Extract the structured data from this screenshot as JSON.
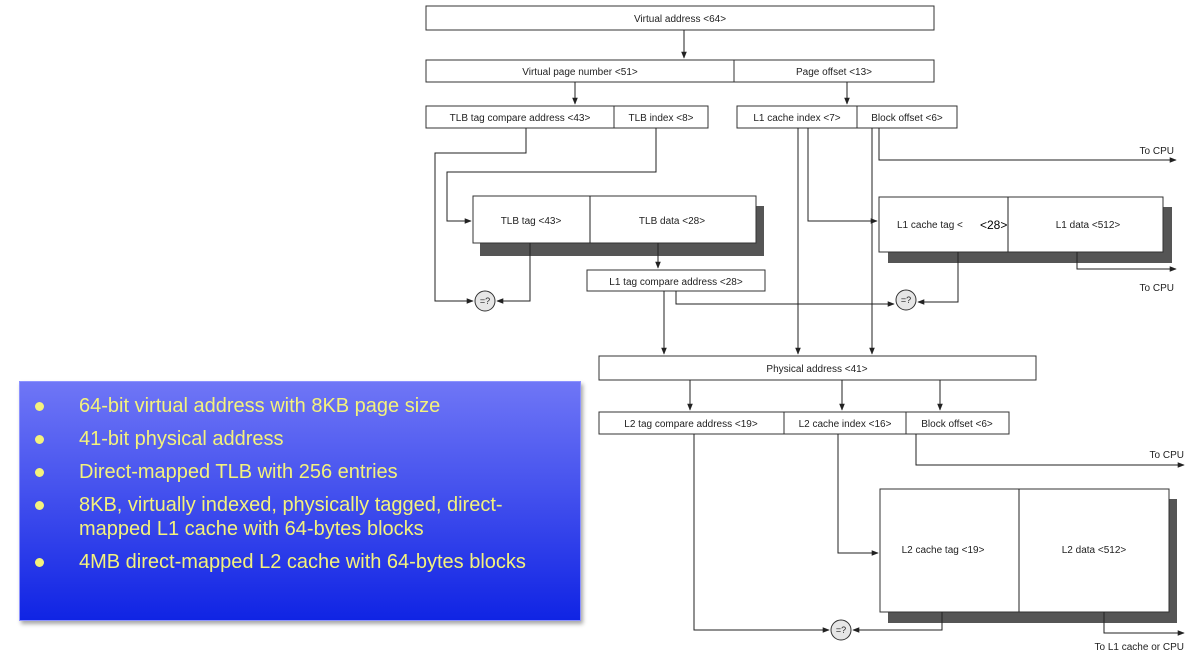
{
  "diagram": {
    "virtual_address": "Virtual address <64>",
    "virtual_page_number": "Virtual page number <51>",
    "page_offset": "Page offset <13>",
    "tlb_tag_compare_address": "TLB tag compare address <43>",
    "tlb_index": "TLB index <8>",
    "l1_cache_index": "L1 cache index <7>",
    "block_offset_l1": "Block offset  <6>",
    "to_cpu": "To CPU",
    "tlb_tag": "TLB tag <43>",
    "tlb_data": "TLB data <28>",
    "l1_cache_tag_prefix": "L1 cache tag <",
    "l1_cache_tag_width": "<28>",
    "l1_data": "L1 data <512>",
    "l1_tag_compare_address": "L1 tag compare address <28>",
    "compare_symbol": "=?",
    "physical_address": "Physical address <41>",
    "l2_tag_compare_address": "L2 tag compare address <19>",
    "l2_cache_index": "L2 cache index <16>",
    "block_offset_l2": "Block offset  <6>",
    "l2_cache_tag": "L2 cache tag <19>",
    "l2_data": "L2 data <512>",
    "to_l1_or_cpu": "To L1 cache or CPU"
  },
  "summary": {
    "items": [
      "64-bit virtual address with 8KB page size",
      "41-bit physical address",
      "Direct-mapped TLB with 256 entries",
      "8KB, virtually indexed, physically tagged, direct-mapped L1 cache with 64-bytes blocks",
      "4MB direct-mapped L2 cache with 64-bytes blocks"
    ]
  }
}
